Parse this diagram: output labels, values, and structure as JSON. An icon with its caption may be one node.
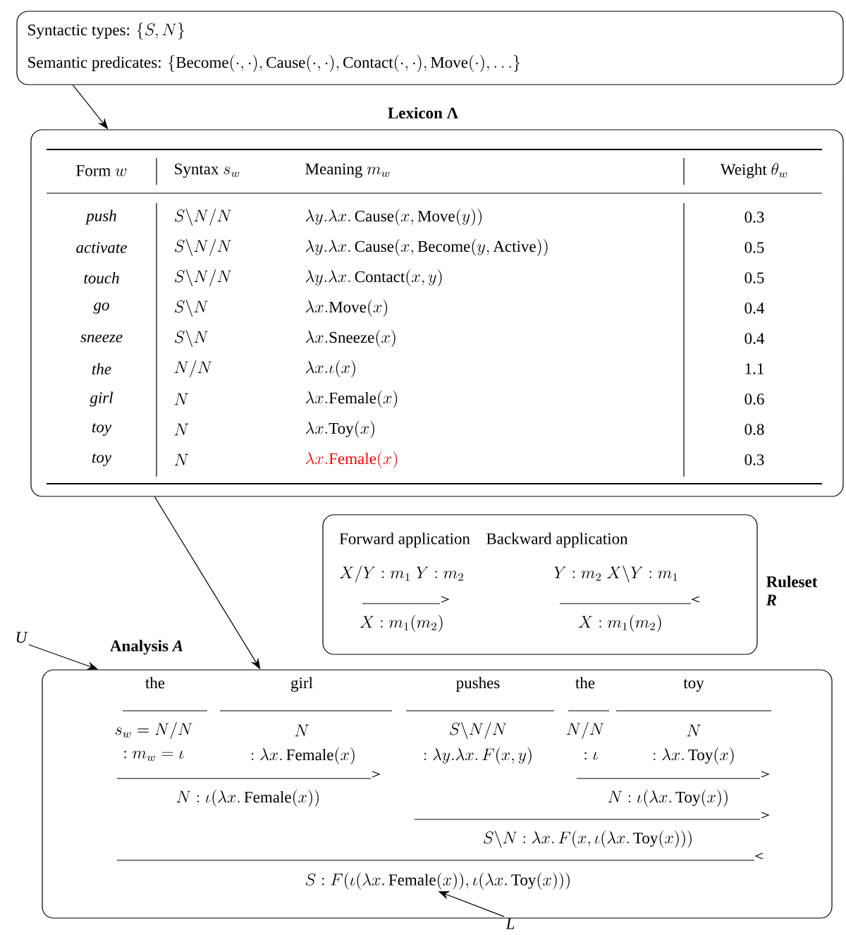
{
  "diagram": {
    "nodes": [
      {
        "text": [
          "\\text{Syntactic types: }\\{S,N\\}",
          "\\text{Semantic predicates: }\\{\\textsc{Become}(\\cdot,\\cdot),\\textsc{Cause}(\\cdot,\\cdot),\\textsc{Contact}(\\cdot,\\cdot),\\textsc{Move}(\\cdot),\\ldots\\}"
        ]
      },
      {
        "text": [
          "Lexicon Λ",
          "\\text{Form }w",
          "\\text{Syntax }s_w",
          "\\text{Meaning }m_w",
          "\\text{Weight }\\theta_w",
          "push",
          "S\\backslash N/N",
          "\\lambda y.\\lambda x.\\,\\textsc{Cause}(x,\\textsc{Move}(y))",
          "0.3",
          "activate",
          "S\\backslash N/N",
          "\\lambda y.\\lambda x.\\,\\textsc{Cause}(x,\\textsc{Become}(y,\\textsc{Active}))",
          "0.5",
          "touch",
          "S\\backslash N/N",
          "\\lambda y.\\lambda x.\\,\\textsc{Contact}(x,y)",
          "0.5",
          "go",
          "S\\backslash N",
          "\\lambda x.\\textsc{Move}(x)",
          "0.4",
          "sneeze",
          "S\\backslash N",
          "\\lambda x.\\textsc{Sneeze}(x)",
          "0.4",
          "the",
          "N/N",
          "\\lambda x.\\iota(x)",
          "1.1",
          "girl",
          "N",
          "\\lambda x.\\textsc{Female}(x)",
          "0.6",
          "toy",
          "N",
          "\\lambda x.\\textsc{Toy}(x)",
          "0.8",
          "toy",
          "N",
          "\\lambda x.\\textsc{Female}(x)",
          "0.3"
        ]
      },
      {
        "text": [
          "Ruleset *R*",
          "Forward application",
          "Backward application",
          "X/Y : m_1 \\; Y : m_2",
          "X : m_1(m_2)",
          "Y : m_2 \\; X\\backslash Y : m_1",
          "X : m_1(m_2)"
        ]
      },
      {
        "text": [
          "Analysis *A*",
          "the",
          "girl",
          "pushes",
          "the",
          "toy",
          "s_w = N/N",
          "N",
          "S\\backslash N/N",
          "N/N",
          "N",
          ": m_w = \\iota",
          ": \\lambda x.\\,\\textsc{Female}(x)",
          ": \\lambda y.\\lambda x.\\,F(x,y)",
          ": \\iota",
          ": \\lambda x.\\,\\textsc{Toy}(x)",
          "N : \\iota(\\lambda x.\\,\\textsc{Female}(x))",
          "N : \\iota(\\lambda x.\\,\\textsc{Toy}(x))",
          "S\\backslash N : \\lambda x.\\,F(x,\\iota(\\lambda x.\\,\\textsc{Toy}(x)))"
        ]
      },
      {
        "text": [
          "S : F(\\iota(\\lambda x.\\,\\textsc{Female}(x)),\\iota(\\lambda x.\\,\\textsc{Toy}(x)))"
        ],
        "in": 3
      },
      {
        "text": [
          "U"
        ]
      },
      {
        "text": [
          "L"
        ]
      }
    ],
    "edges": [
      {
        "from": 0,
        "to": 1,
        "arrow": "to"
      },
      {
        "from": 1,
        "to": 3,
        "arrow": "to"
      },
      {
        "from": 5,
        "to": 3,
        "arrow": "to"
      },
      {
        "from": 6,
        "to": 4,
        "arrow": "to"
      }
    ]
  }
}
